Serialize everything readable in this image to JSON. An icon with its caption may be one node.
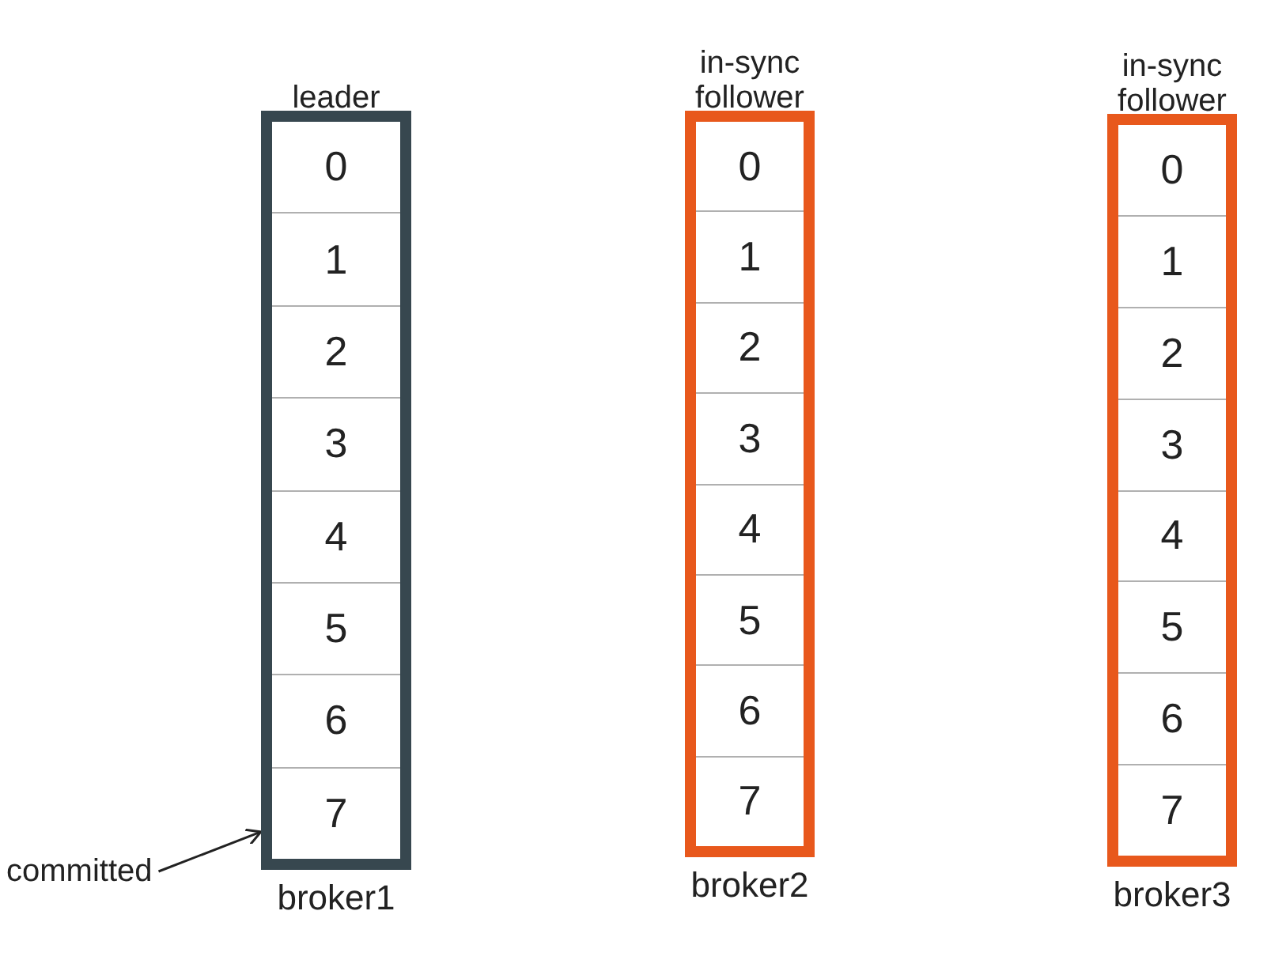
{
  "diagram": {
    "nodes": [
      {
        "text": [
          "leader"
        ],
        "beside": [
          "broker1"
        ]
      },
      {
        "text": [
          "0"
        ],
        "in": 0
      },
      {
        "text": [
          "1"
        ],
        "in": 0
      },
      {
        "text": [
          "2"
        ],
        "in": 0
      },
      {
        "text": [
          "3"
        ],
        "in": 0
      },
      {
        "text": [
          "4"
        ],
        "in": 0
      },
      {
        "text": [
          "5"
        ],
        "in": 0
      },
      {
        "text": [
          "6"
        ],
        "in": 0
      },
      {
        "text": [
          "7"
        ],
        "in": 0
      },
      {
        "text": [
          "in-sync follower"
        ],
        "beside": [
          "broker2"
        ]
      },
      {
        "text": [
          "0"
        ],
        "in": 9
      },
      {
        "text": [
          "1"
        ],
        "in": 9
      },
      {
        "text": [
          "2"
        ],
        "in": 9
      },
      {
        "text": [
          "3"
        ],
        "in": 9
      },
      {
        "text": [
          "4"
        ],
        "in": 9
      },
      {
        "text": [
          "5"
        ],
        "in": 9
      },
      {
        "text": [
          "6"
        ],
        "in": 9
      },
      {
        "text": [
          "7"
        ],
        "in": 9
      },
      {
        "text": [
          "in-sync follower"
        ],
        "beside": [
          "broker3"
        ]
      },
      {
        "text": [
          "0"
        ],
        "in": 18
      },
      {
        "text": [
          "1"
        ],
        "in": 18
      },
      {
        "text": [
          "2"
        ],
        "in": 18
      },
      {
        "text": [
          "3"
        ],
        "in": 18
      },
      {
        "text": [
          "4"
        ],
        "in": 18
      },
      {
        "text": [
          "5"
        ],
        "in": 18
      },
      {
        "text": [
          "6"
        ],
        "in": 18
      },
      {
        "text": [
          "7"
        ],
        "in": 18
      },
      {
        "text": [
          "committed"
        ]
      }
    ],
    "edges": [
      {
        "from": 27,
        "to": 8,
        "arrow": "to"
      }
    ]
  }
}
